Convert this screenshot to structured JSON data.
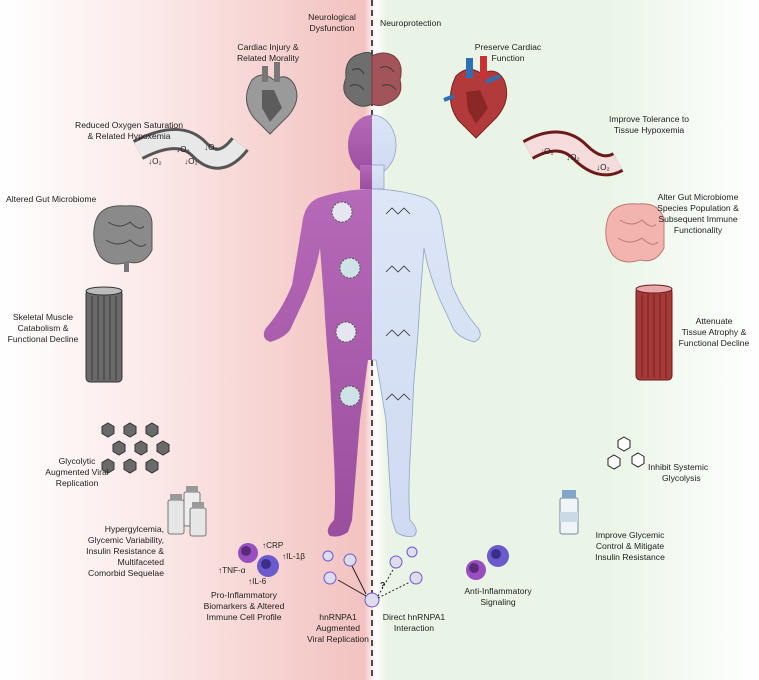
{
  "left": {
    "neurological": [
      "Neurological",
      "Dysfunction"
    ],
    "cardiac": [
      "Cardiac Injury &",
      "Related Morality"
    ],
    "oxygen": [
      "Reduced Oxygen Saturation",
      "& Related Hypoxemia"
    ],
    "oxygen_tags": [
      "↓O₂",
      "↓O₂",
      "↓O₂",
      "↓O₂"
    ],
    "microbiome": [
      "Altered Gut Microbiome"
    ],
    "muscle": [
      "Skeletal Muscle",
      "Catabolism &",
      "Functional Decline"
    ],
    "glycolytic": [
      "Glycolytic",
      "Augmented Viral",
      "Replication"
    ],
    "hyperglycemia": [
      "Hypergylcemia,",
      "Glycemic Variability,",
      "Insulin Resistance &",
      "Multifaceted",
      "Comorbid Sequelae"
    ],
    "markers": {
      "crp": "↑CRP",
      "il1b": "↑IL-1β",
      "tnf": "↑TNF-α",
      "il6": "↑IL-6"
    },
    "inflammatory": [
      "Pro-Inflammatory",
      "Biomarkers & Altered",
      "Immune Cell Profile"
    ],
    "hnrnpa1": [
      "hnRNPA1",
      "Augmented",
      "Viral Replication"
    ]
  },
  "right": {
    "neuroprotection": [
      "Neuroprotection"
    ],
    "cardiac": [
      "Preserve Cardiac",
      "Function"
    ],
    "hypoxemia": [
      "Improve Tolerance to",
      "Tissue Hypoxemia"
    ],
    "oxygen_tags": [
      "↓O₂",
      "↓O₂",
      "↓O₂"
    ],
    "microbiome": [
      "Alter Gut Microbiome",
      "Species Population &",
      "Subsequent Immune",
      "Functionality"
    ],
    "atrophy": [
      "Attenuate",
      "Tissue Atrophy &",
      "Functional Decline"
    ],
    "glycolysis": [
      "Inhibit Systemic",
      "Glycolysis"
    ],
    "glycemic": [
      "Improve Glycemic",
      "Control & Mitigate",
      "Insulin Resistance"
    ],
    "anti_inflammatory": [
      "Anti-Inflammatory",
      "Signaling"
    ],
    "direct": [
      "Direct hnRNPA1",
      "Interaction"
    ],
    "question": "?"
  }
}
